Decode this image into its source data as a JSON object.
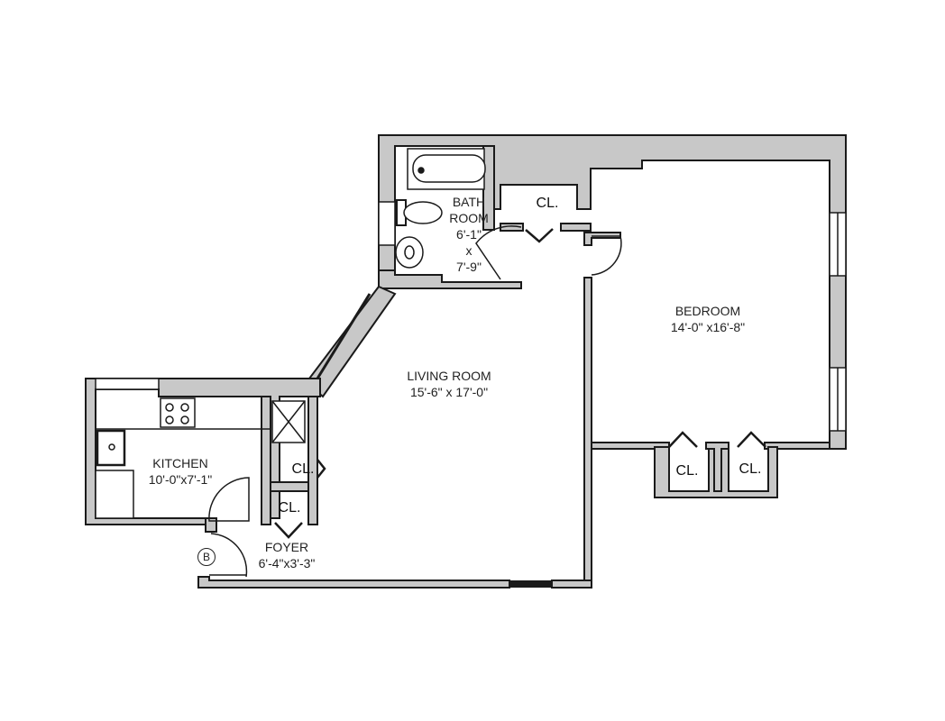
{
  "colors": {
    "wall_fill": "#c8c8c8",
    "wall_line": "#1a1a1a",
    "background": "#ffffff"
  },
  "rooms": {
    "bathroom": {
      "name_line1": "BATH",
      "name_line2": "ROOM",
      "dim_line1": "6'-1\"",
      "dim_line2": "x",
      "dim_line3": "7'-9\""
    },
    "bedroom": {
      "name": "BEDROOM",
      "dims": "14'-0\" x16'-8\""
    },
    "living_room": {
      "name": "LIVING ROOM",
      "dims": "15'-6\" x 17'-0\""
    },
    "kitchen": {
      "name": "KITCHEN",
      "dims": "10'-0\"x7'-1\""
    },
    "foyer": {
      "name": "FOYER",
      "dims": "6'-4\"x3'-3\""
    }
  },
  "closets": {
    "bath_closet": "CL.",
    "bedroom_closet_left": "CL.",
    "bedroom_closet_right": "CL.",
    "foyer_closet_upper": "CL.",
    "foyer_closet_lower": "CL."
  },
  "markers": {
    "entry": "B"
  }
}
